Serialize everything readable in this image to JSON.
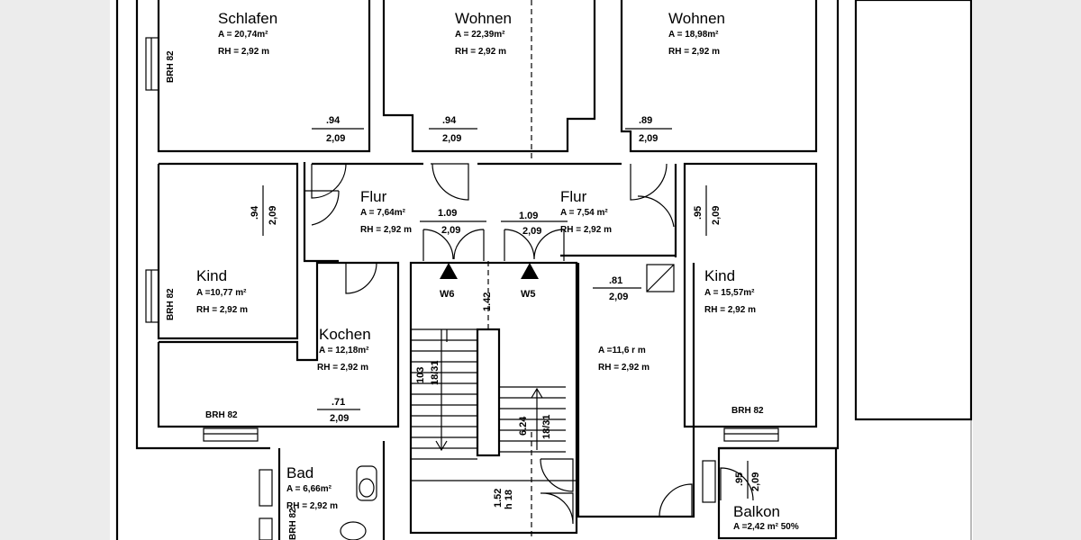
{
  "rooms": {
    "schlafen": {
      "name": "Schlafen",
      "area": "A = 20,74m²",
      "height": "RH = 2,92 m",
      "brh": "BRH 82"
    },
    "wohnen1": {
      "name": "Wohnen",
      "area": "A = 22,39m²",
      "height": "RH = 2,92 m"
    },
    "wohnen2": {
      "name": "Wohnen",
      "area": "A = 18,98m²",
      "height": "RH = 2,92 m"
    },
    "flur1": {
      "name": "Flur",
      "area": "A = 7,64m²",
      "height": "RH = 2,92 m"
    },
    "flur2": {
      "name": "Flur",
      "area": "A = 7,54 m²",
      "height": "RH = 2,92 m"
    },
    "kind1": {
      "name": "Kind",
      "area": "A =10,77 m²",
      "height": "RH = 2,92 m",
      "brh": "BRH 82"
    },
    "kochen": {
      "name": "Kochen",
      "area": "A = 12,18m²",
      "height": "RH = 2,92 m"
    },
    "hall": {
      "area": "A =11,6 r m",
      "height": "RH = 2,92 m"
    },
    "kind2": {
      "name": "Kind",
      "area": "A = 15,57m²",
      "height": "RH = 2,92 m"
    },
    "bad": {
      "name": "Bad",
      "area": "A = 6,66m²",
      "height": "RH = 2,92 m"
    },
    "balkon": {
      "name": "Balkon",
      "area": "A =2,42 m² 50%"
    }
  },
  "brh": {
    "kitchen": "BRH 82",
    "kind2": "BRH 82",
    "bad": "BRH 82"
  },
  "doors": {
    "d1": {
      "w": ".94",
      "h": "2,09"
    },
    "d2": {
      "w": ".94",
      "h": "2,09"
    },
    "d3": {
      "w": ".89",
      "h": "2,09"
    },
    "d4": {
      "w": ".94",
      "h": "2,09"
    },
    "d5": {
      "w": ".95",
      "h": "2,09"
    },
    "d6": {
      "w": "1.09",
      "h": "2,09"
    },
    "d7": {
      "w": "1.09",
      "h": "2,09"
    },
    "d8": {
      "w": ".81",
      "h": "2,09"
    },
    "d9": {
      "w": ".71",
      "h": "2,09"
    },
    "d10": {
      "w": ".95",
      "h": "2,09"
    }
  },
  "stair": {
    "w6": "W6",
    "w5": "W5",
    "dim": "1.42",
    "f1": "18/31",
    "f1b": "103",
    "f2": "18/31",
    "f2b": "6.24",
    "f3": "1.52",
    "f3b": "h 18"
  }
}
